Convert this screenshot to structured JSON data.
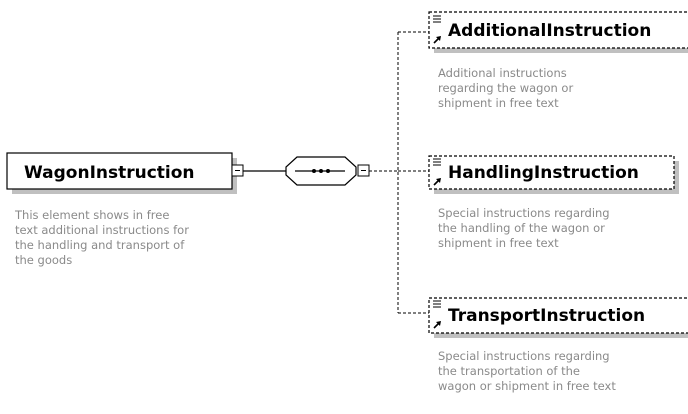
{
  "root": {
    "name": "WagonInstruction",
    "doc": "This element shows in free\ntext additional instructions for\nthe handling and transport of\nthe goods"
  },
  "compositor": {
    "kind": "sequence"
  },
  "children": [
    {
      "name": "AdditionalInstruction",
      "optional": true,
      "doc": "Additional instructions\nregarding the wagon or\nshipment in free text"
    },
    {
      "name": "HandlingInstruction",
      "optional": true,
      "doc": "Special instructions regarding\nthe handling of the wagon or\nshipment in free text"
    },
    {
      "name": "TransportInstruction",
      "optional": true,
      "doc": "Special instructions regarding\nthe transportation of the\nwagon or shipment in free text"
    }
  ],
  "colors": {
    "box_fill": "#ffffff",
    "shadow": "#c0c0c0",
    "doc_text": "#8a8a8a",
    "line": "#000000"
  }
}
